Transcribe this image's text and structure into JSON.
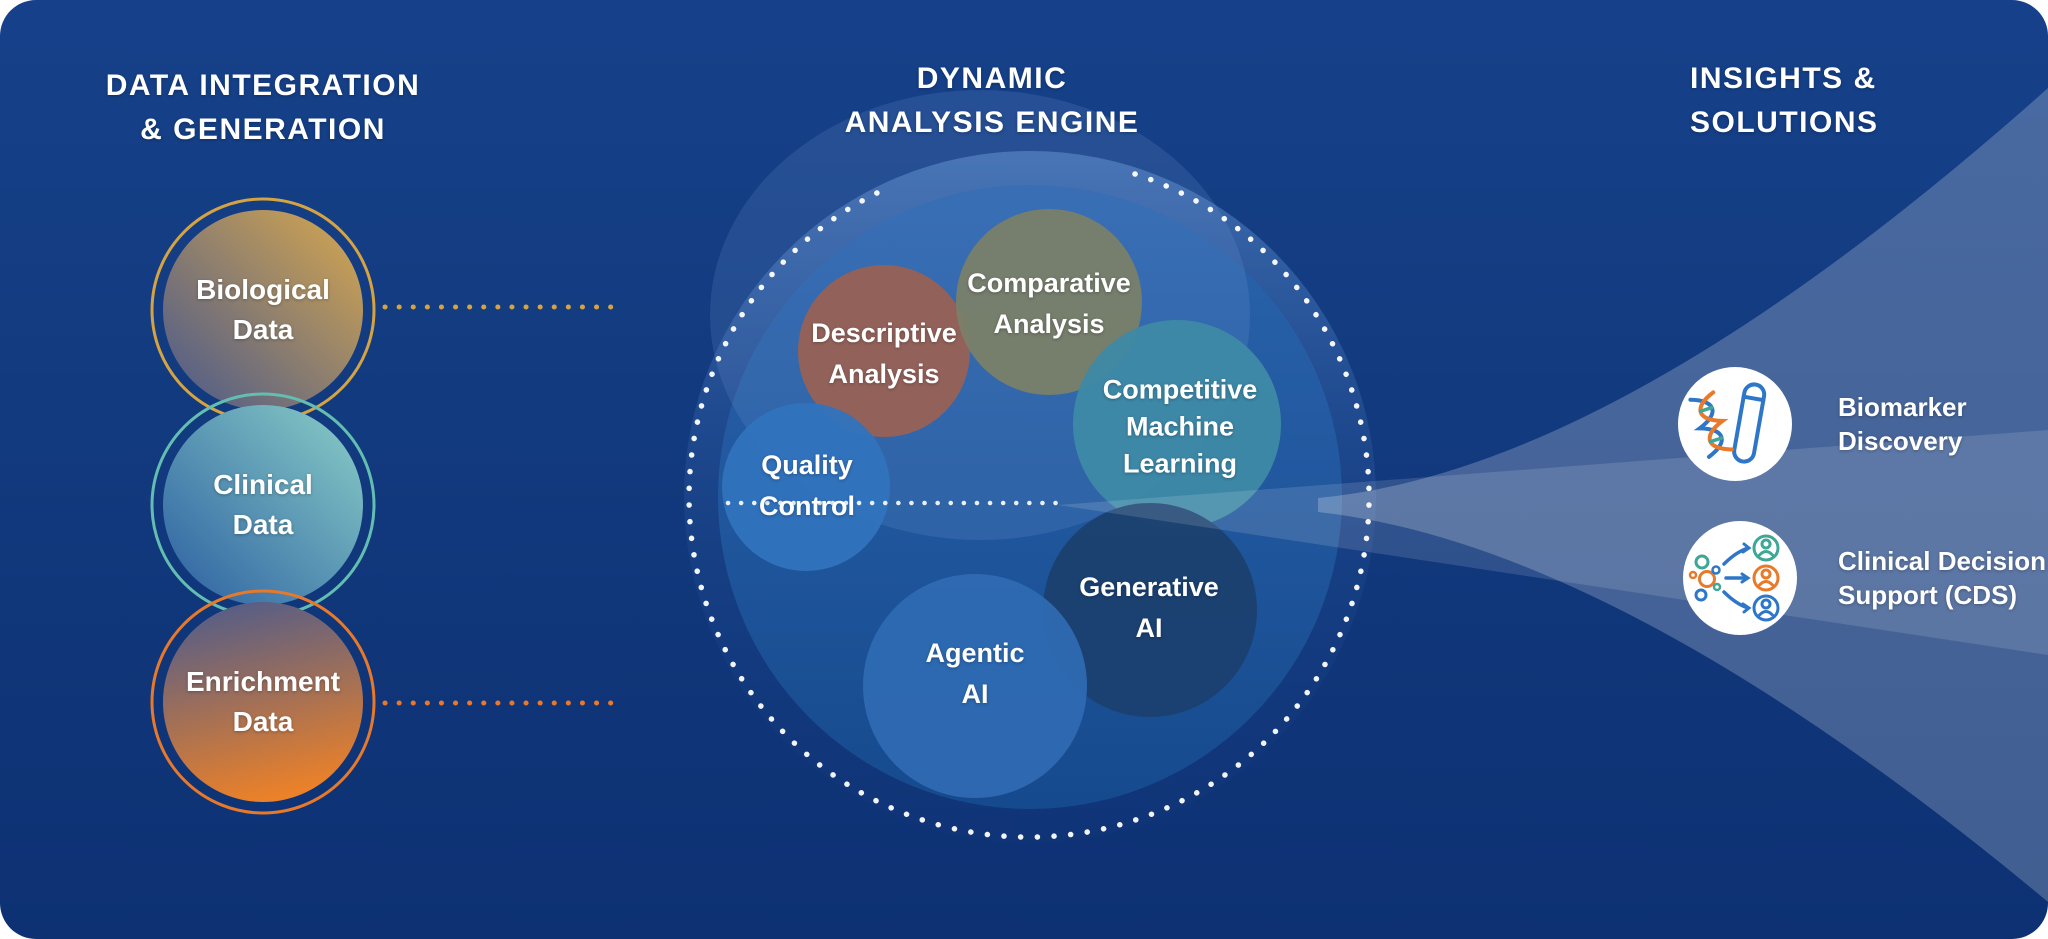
{
  "diagram": {
    "columns": [
      {
        "id": "left",
        "title": "DATA INTEGRATION\n& GENERATION"
      },
      {
        "id": "center",
        "title": "DYNAMIC\nANALYSIS ENGINE"
      },
      {
        "id": "right",
        "title": "INSIGHTS &\nSOLUTIONS"
      }
    ],
    "data_sources": [
      {
        "label": "Biological\nData",
        "ring_color": "#D5A341"
      },
      {
        "label": "Clinical\nData",
        "ring_color": "#63BEB1"
      },
      {
        "label": "Enrichment\nData",
        "ring_color": "#E8782A"
      }
    ],
    "engine": {
      "bubbles": [
        {
          "label": "Descriptive\nAnalysis",
          "color": "#9A6252"
        },
        {
          "label": "Comparative\nAnalysis",
          "color": "#7A8068"
        },
        {
          "label": "Competitive\nMachine\nLearning",
          "color": "#3E8AA6"
        },
        {
          "label": "Quality\nControl",
          "color": "#3273BD"
        },
        {
          "label": "Generative\nAI",
          "color": "#1B4170"
        },
        {
          "label": "Agentic\nAI",
          "color": "#306BB4"
        }
      ]
    },
    "solutions": [
      {
        "label": "Biomarker\nDiscovery",
        "icon": "dna-test-tube-icon"
      },
      {
        "label": "Clinical Decision\nSupport (CDS)",
        "icon": "patient-routing-icon"
      }
    ],
    "colors": {
      "background_navy": "#12387D",
      "engine_fill_top": "#2B64AD",
      "engine_fill_bottom": "#164A8E",
      "beam_overlay": "rgba(255,255,255,0.22)",
      "gold": "#D5A341",
      "teal": "#63BEB1",
      "orange": "#E8782A",
      "icon_blue": "#2E77C8",
      "icon_teal": "#3FA796",
      "icon_orange": "#E87A2A"
    }
  }
}
